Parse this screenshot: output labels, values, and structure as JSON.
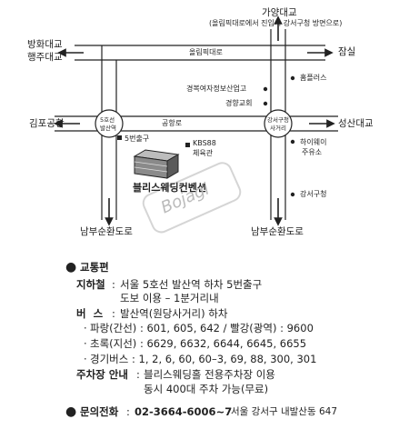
{
  "map": {
    "roads": {
      "top_road": "올림픽대로",
      "middle_road": "공항로"
    },
    "directions": {
      "north": "가양대교",
      "north_note": "(올림픽대로에서 진입시 강서구청 방면으로)",
      "northwest_1": "방화대교",
      "northwest_2": "행주대교",
      "east_top": "잠실",
      "west_middle": "김포공항",
      "east_middle": "성산대교",
      "south_left": "남부순환도로",
      "south_right": "남부순환도로"
    },
    "intersections": {
      "left": [
        "5호선",
        "발산역"
      ],
      "right": [
        "강서구청",
        "사거리"
      ]
    },
    "landmarks": {
      "homeplus": "홈플러스",
      "police": "경복여자정보산업고",
      "church": "경향교회",
      "exit5": "5번출구",
      "kbs_1": "KBS88",
      "kbs_2": "체육관",
      "highway_1": "하이웨이",
      "highway_2": "주유소",
      "gangseo_office": "강서구청",
      "venue": "블리스웨딩컨벤션",
      "watermark": "Bojagi"
    }
  },
  "info": {
    "section_title": "교통편",
    "subway": {
      "label": "지하철",
      "line1": "서울 5호선 발산역 하차 5번출구",
      "line2": "도보 이용 – 1분거리내"
    },
    "bus": {
      "label": "버  스",
      "line1": "발산역(원당사거리) 하차",
      "items": [
        "파랑(간선) : 601, 605, 642 / 빨강(광역) : 9600",
        "초록(지선) : 6629, 6632, 6644, 6645, 6655",
        "경기버스 : 1, 2, 6, 60, 60–3, 69, 88, 300, 301"
      ]
    },
    "parking": {
      "label": "주차장 안내",
      "line1": "블리스웨딩홀 전용주차장 이용",
      "line2": "동시 400대 주차 가능(무료)"
    },
    "contact": {
      "label": "문의전화",
      "phone": "02-3664-6006~7",
      "address": "서울 강서구 내발산동 647"
    }
  }
}
